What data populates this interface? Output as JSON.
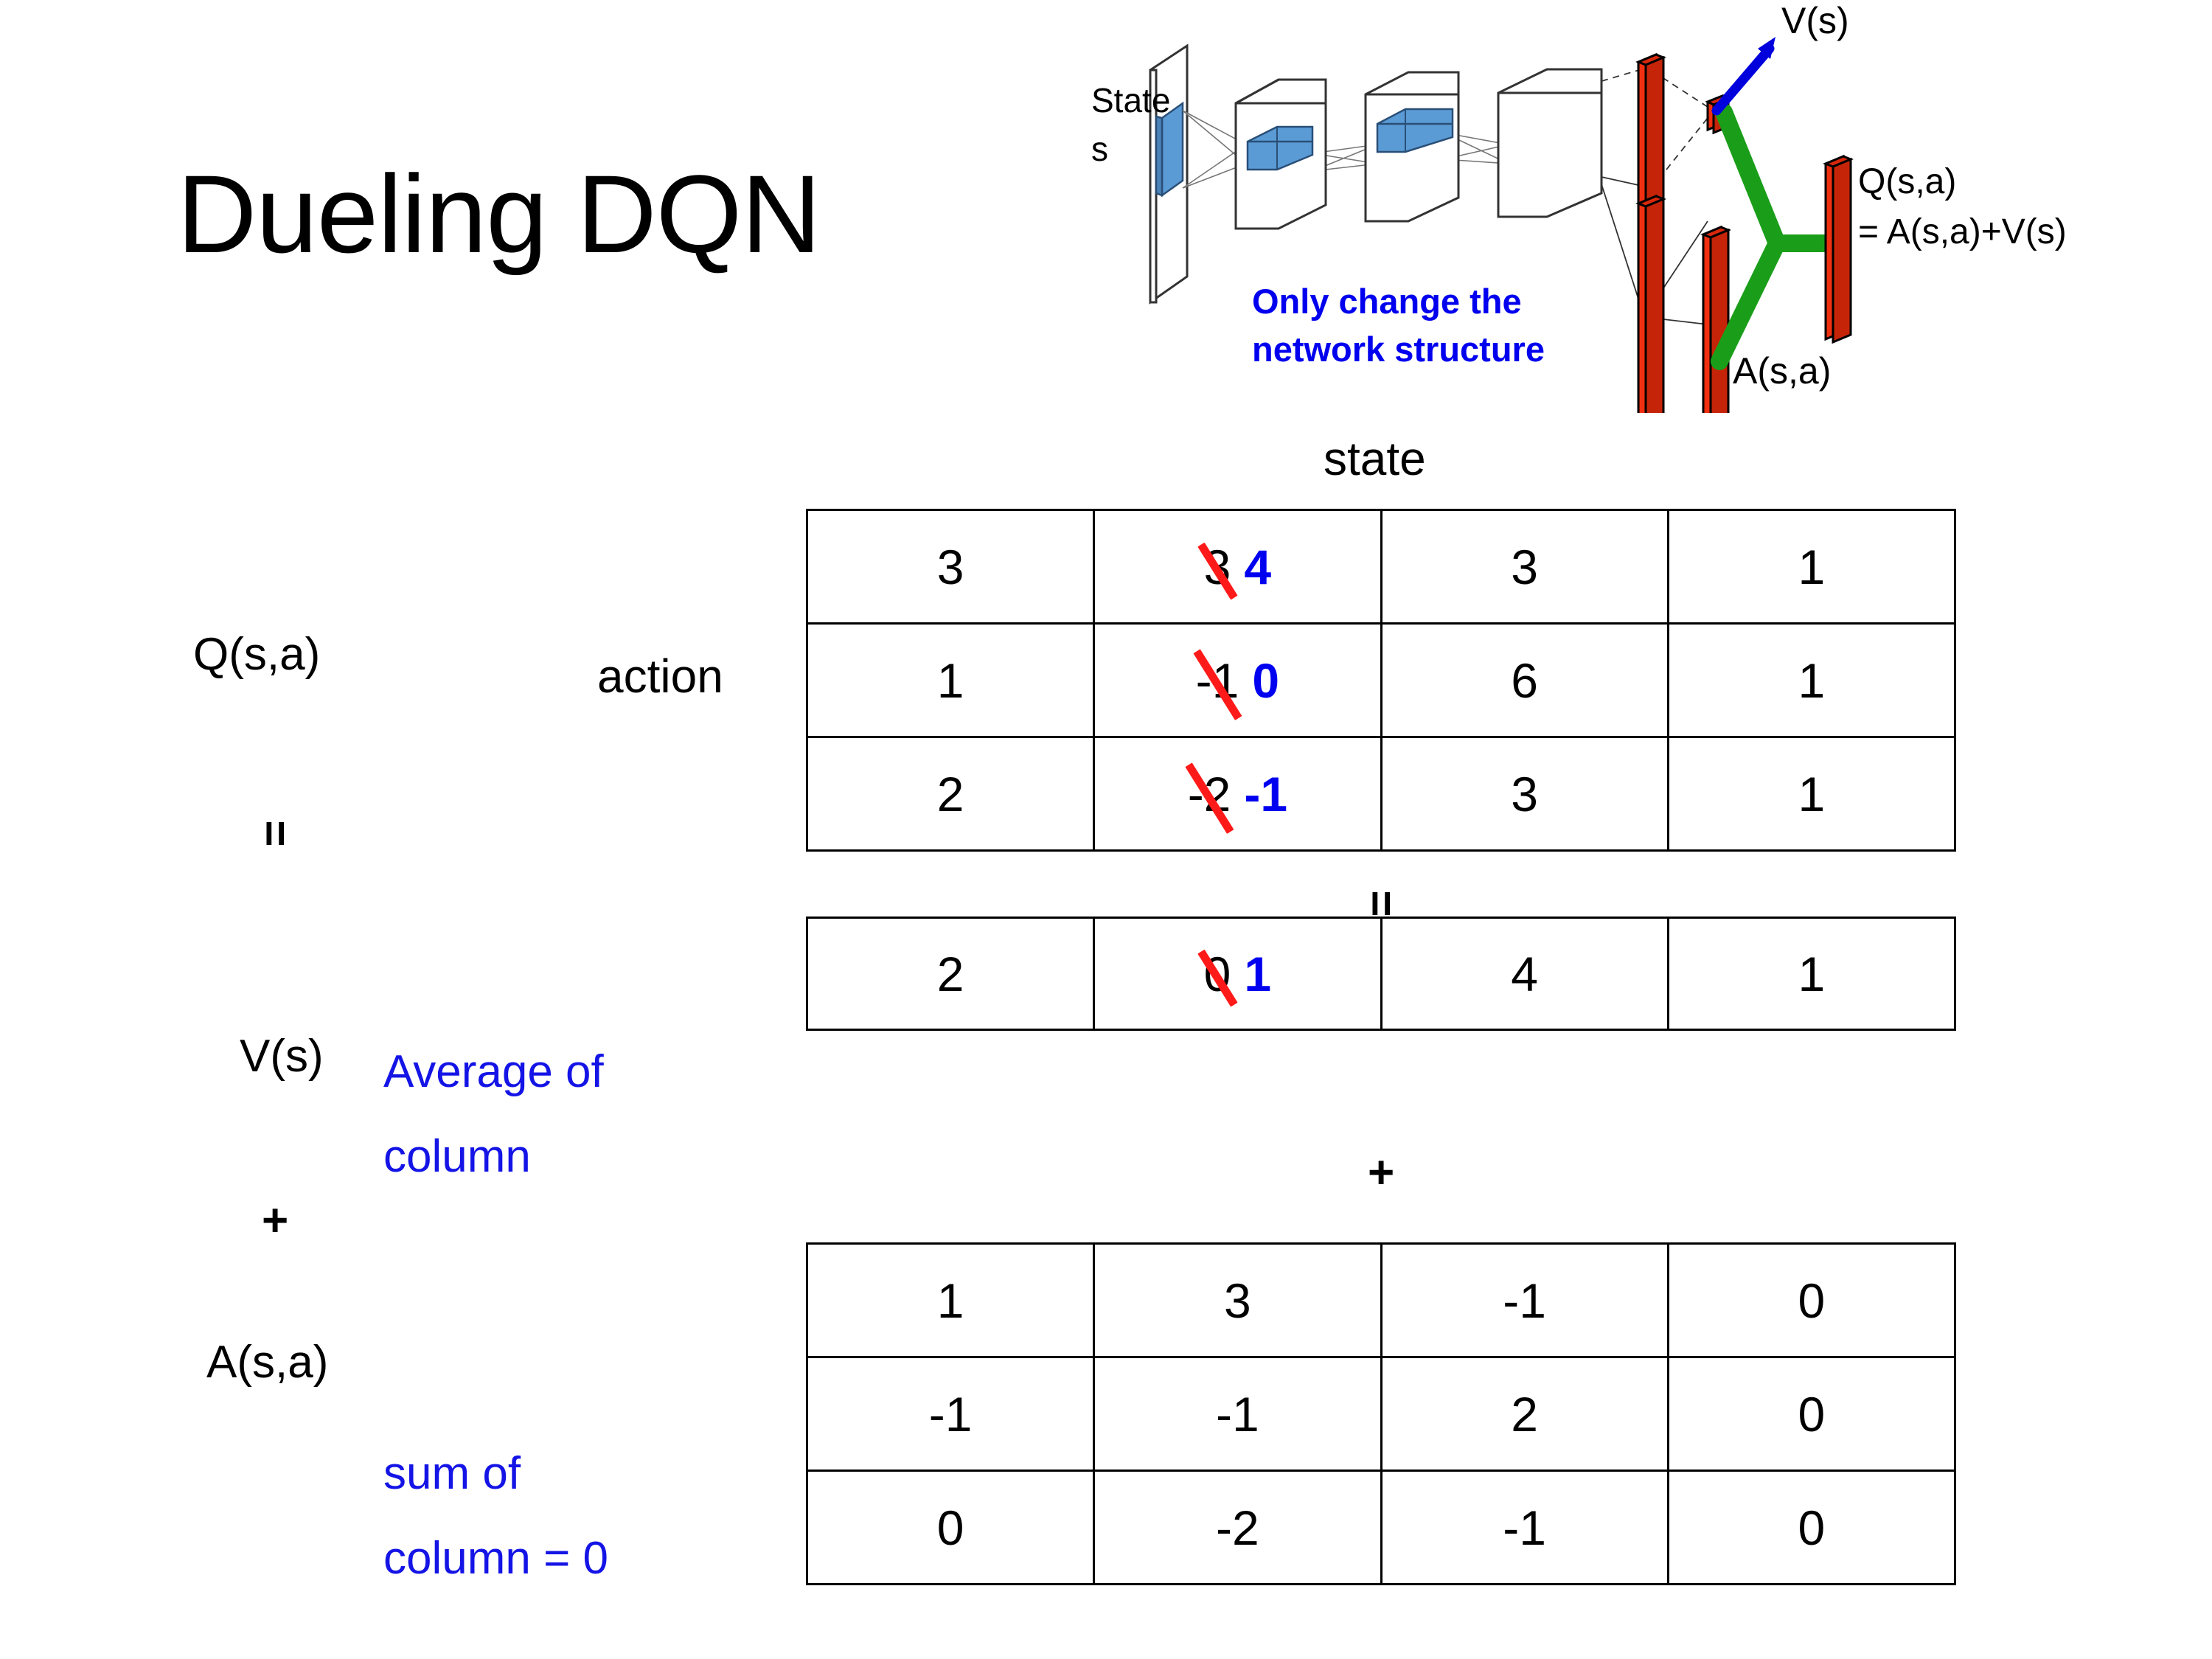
{
  "slide": {
    "title": "Dueling DQN"
  },
  "diagram": {
    "name": "dueling-dqn-network-architecture",
    "input_label_line1": "State",
    "input_label_line2": "s",
    "note_line1": "Only change the",
    "note_line2": "network structure",
    "value_label": "V(s)",
    "advantage_label": "A(s,a)",
    "q_label_line1": "Q(s,a)",
    "q_label_line2": "= A(s,a)+V(s)",
    "colors": {
      "note_blue": "#0000ee",
      "arrow_blue": "#0000dd",
      "stream_green": "#1a9e1a",
      "output_red": "#f03010",
      "filter_blue": "#5b9bd5"
    }
  },
  "labels": {
    "q_label": "Q(s,a)",
    "v_label": "V(s)",
    "a_label": "A(s,a)",
    "action_axis": "action",
    "state_axis": "state",
    "equals_left": "=",
    "plus_left": "+",
    "equals_mid": "=",
    "plus_mid": "+",
    "v_note_line1": "Average of",
    "v_note_line2": "column",
    "a_note_line1": "sum of",
    "a_note_line2": "column = 0",
    "note_color": "#1414e6",
    "correction_color": "#0000f0",
    "strike_color": "#ff1a1a"
  },
  "chart_data": {
    "type": "table",
    "title": "Dueling DQN value/advantage decomposition",
    "tables": [
      {
        "name": "Q(s,a)",
        "row_axis": "action",
        "col_axis": "state",
        "rows": 3,
        "cols": 4,
        "cells": [
          [
            {
              "value": "3"
            },
            {
              "value": "3",
              "struck": true,
              "correction": "4"
            },
            {
              "value": "3"
            },
            {
              "value": "1"
            }
          ],
          [
            {
              "value": "1"
            },
            {
              "value": "-1",
              "struck": true,
              "correction": "0"
            },
            {
              "value": "6"
            },
            {
              "value": "1"
            }
          ],
          [
            {
              "value": "2"
            },
            {
              "value": "-2",
              "struck": true,
              "correction": "-1"
            },
            {
              "value": "3"
            },
            {
              "value": "1"
            }
          ]
        ]
      },
      {
        "name": "V(s)",
        "rows": 1,
        "cols": 4,
        "cells": [
          [
            {
              "value": "2"
            },
            {
              "value": "0",
              "struck": true,
              "correction": "1"
            },
            {
              "value": "4"
            },
            {
              "value": "1"
            }
          ]
        ]
      },
      {
        "name": "A(s,a)",
        "rows": 3,
        "cols": 4,
        "cells": [
          [
            {
              "value": "1"
            },
            {
              "value": "3"
            },
            {
              "value": "-1"
            },
            {
              "value": "0"
            }
          ],
          [
            {
              "value": "-1"
            },
            {
              "value": "-1"
            },
            {
              "value": "2"
            },
            {
              "value": "0"
            }
          ],
          [
            {
              "value": "0"
            },
            {
              "value": "-2"
            },
            {
              "value": "-1"
            },
            {
              "value": "0"
            }
          ]
        ]
      }
    ]
  }
}
